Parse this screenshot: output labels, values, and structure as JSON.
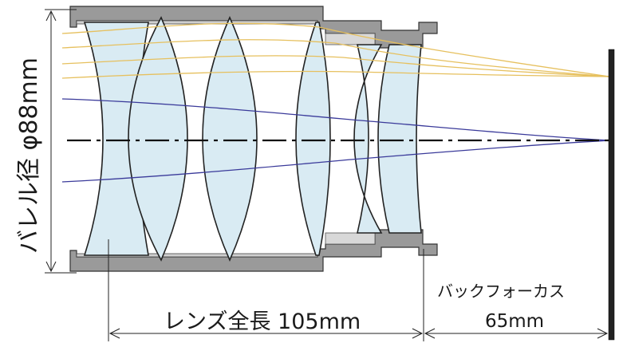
{
  "labels": {
    "barrel_diameter": "バレル径 φ88mm",
    "lens_length": "レンズ全長 105mm",
    "back_focus_title": "バックフォーカス",
    "back_focus_value": "65mm"
  },
  "colors": {
    "barrel": "#8f8f8f",
    "barrel_inner": "#dcdcdc",
    "glass": "#d9ebf3",
    "ray_warm": "#e6c05e",
    "ray_cool": "#3a3a9a",
    "sensor": "#222222"
  }
}
